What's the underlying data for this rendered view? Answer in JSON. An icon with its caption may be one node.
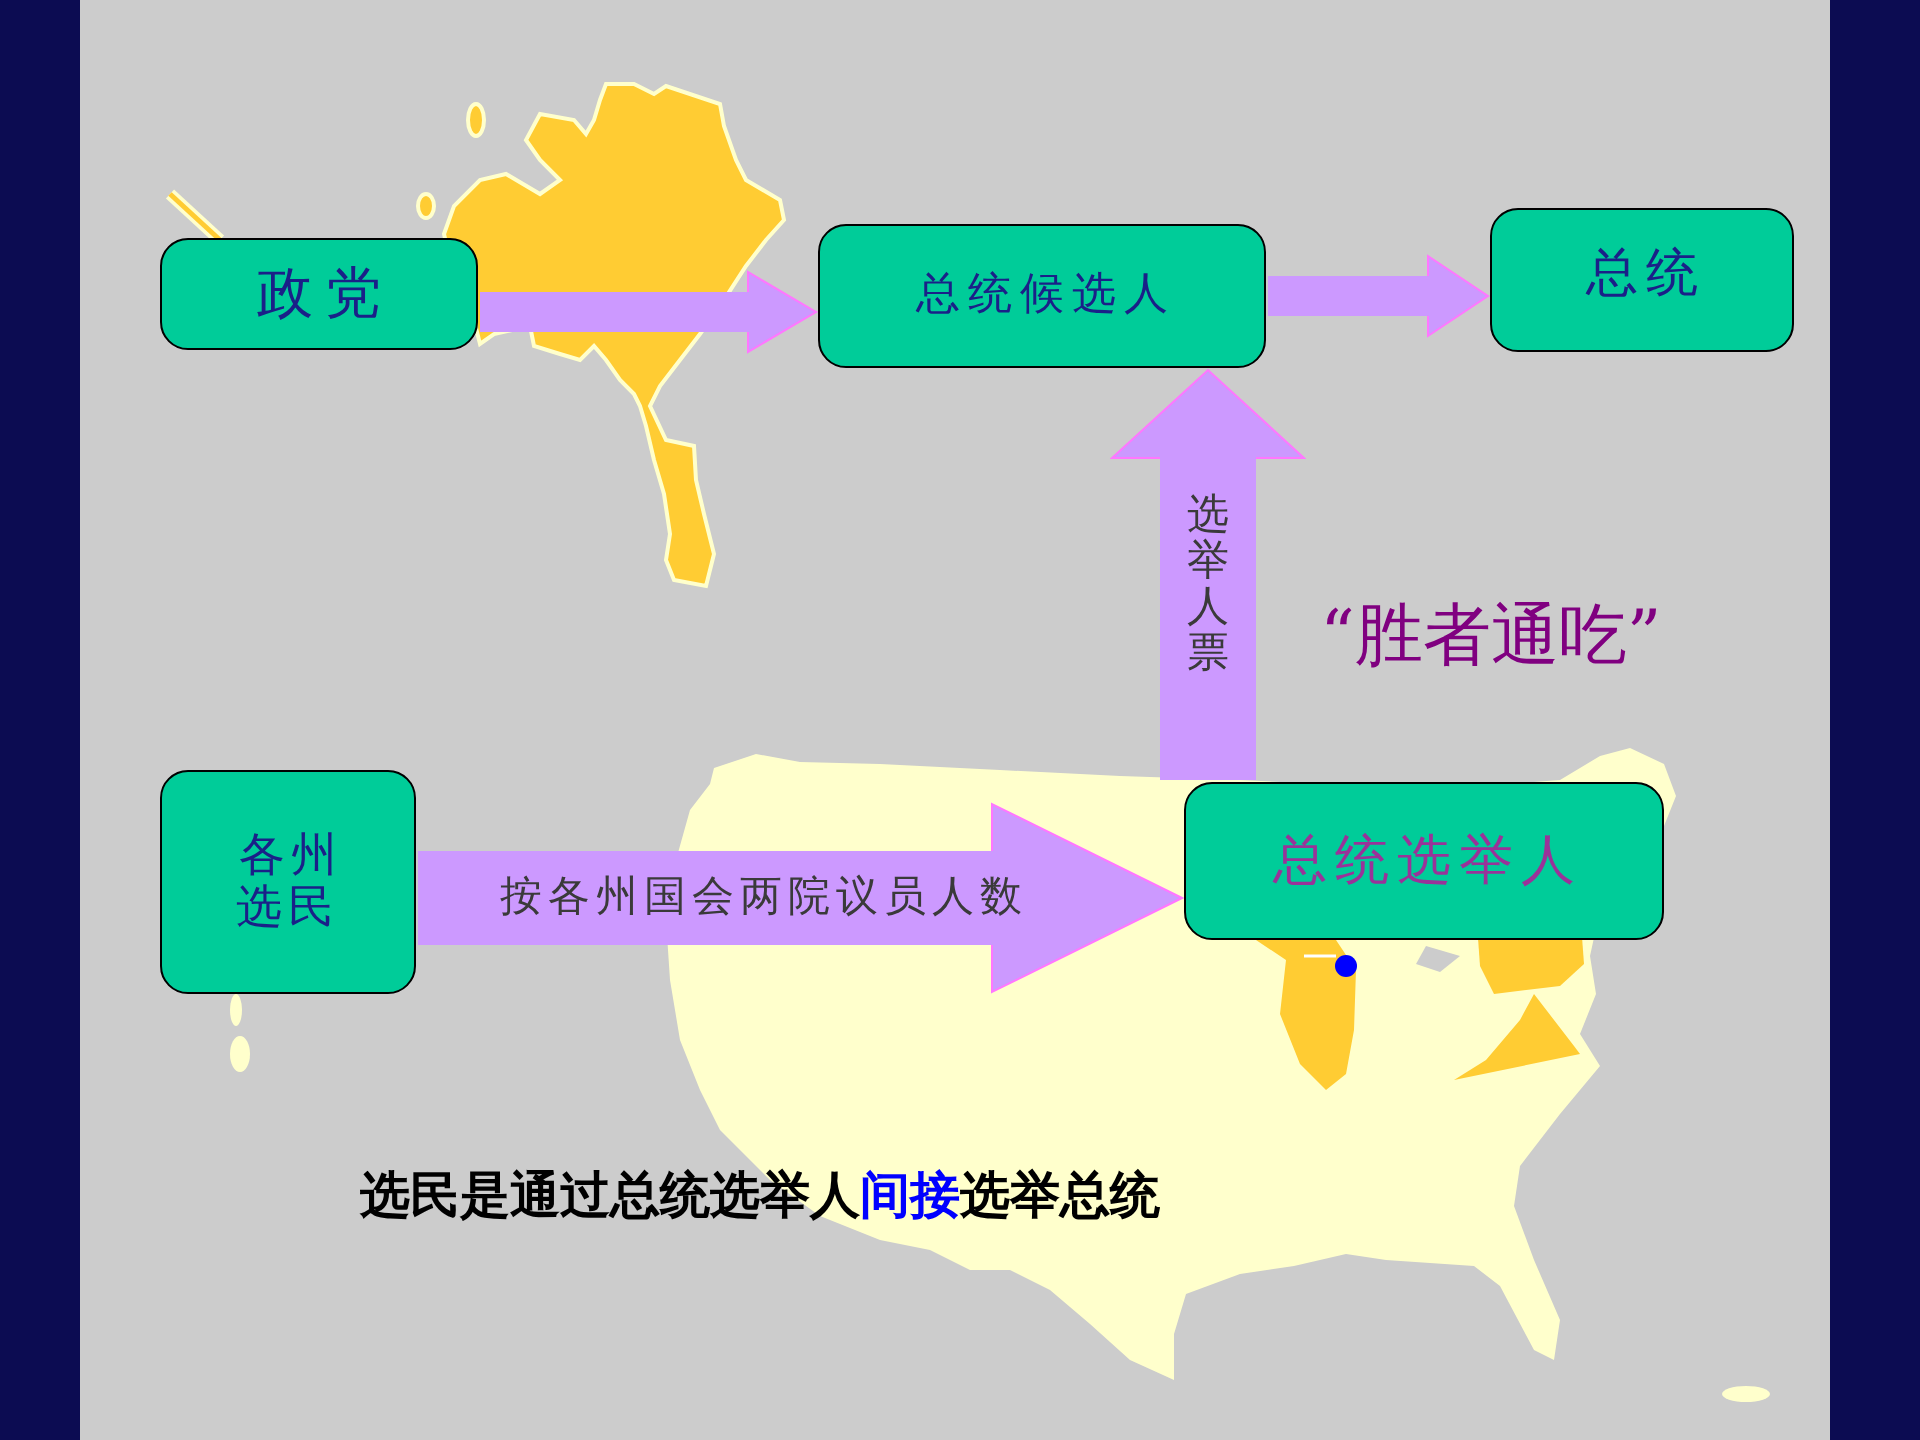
{
  "diagram": {
    "nodes": [
      {
        "text": [
          "政党"
        ]
      },
      {
        "text": [
          "总统候选人"
        ]
      },
      {
        "text": [
          "总统"
        ]
      },
      {
        "text": [
          "各州选民"
        ]
      },
      {
        "text": [
          "总统选举人"
        ]
      }
    ],
    "edges": [
      {
        "from": 0,
        "to": 1,
        "arrow": "to"
      },
      {
        "from": 1,
        "to": 2,
        "arrow": "to"
      },
      {
        "from": 4,
        "to": 1,
        "arrow": "to",
        "label": "选举人票"
      },
      {
        "from": 3,
        "to": 4,
        "arrow": "to",
        "label": "按各州国会两院议员人数"
      }
    ],
    "labels": [
      "“胜者通吃”",
      "选民是通过总统选举人**间接**选举总统"
    ]
  }
}
